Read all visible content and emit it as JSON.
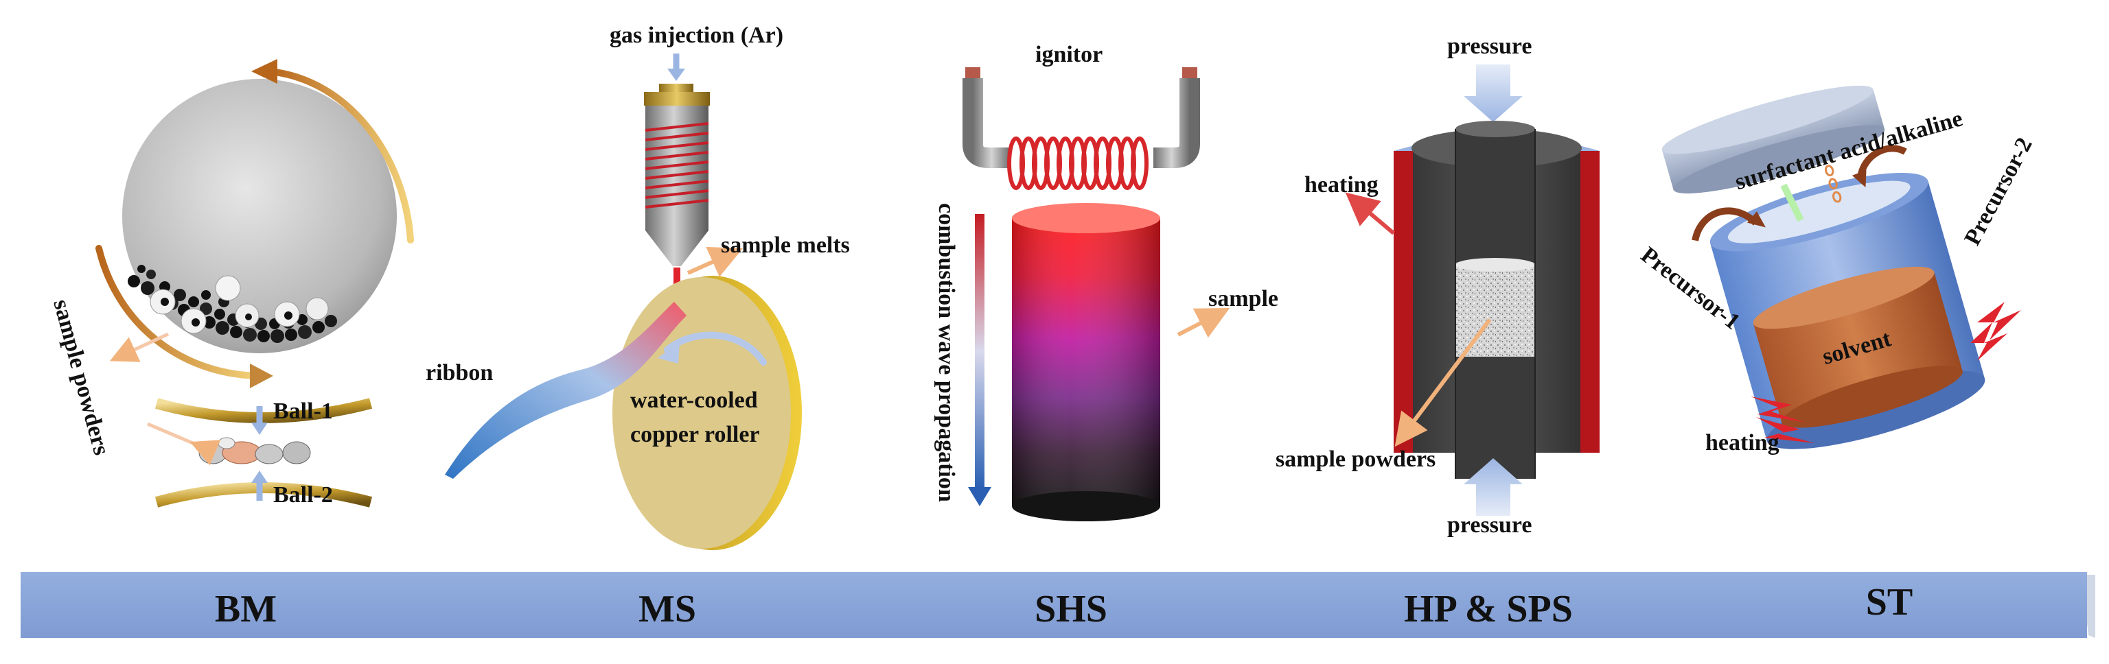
{
  "panels": {
    "bm": {
      "sample_powders": "sample powders",
      "ball1": "Ball-1",
      "ball2": "Ball-2"
    },
    "ms": {
      "gas_injection": "gas injection (Ar)",
      "sample_melts": "sample melts",
      "ribbon": "ribbon",
      "roller_line1": "water-cooled",
      "roller_line2": "copper roller"
    },
    "shs": {
      "ignitor": "ignitor",
      "wave": "combustion wave propagation",
      "sample": "sample"
    },
    "hp_sps": {
      "pressure_top": "pressure",
      "heating": "heating",
      "sample_powders": "sample powders",
      "pressure_bottom": "pressure"
    },
    "st": {
      "surfactant": "surfactant acid/alkaline",
      "precursor2": "Precursor-2",
      "precursor1": "Precursor-1",
      "solvent": "solvent",
      "heating": "heating"
    }
  },
  "band": {
    "labels": [
      "BM",
      "MS",
      "SHS",
      "HP & SPS",
      "ST"
    ],
    "color": "#8fa9da"
  },
  "colors": {
    "orange_arrow": "#c9731c",
    "blue_arrow": "#9bb5e2",
    "gold": "#d8c07a",
    "red": "#c0161d"
  }
}
